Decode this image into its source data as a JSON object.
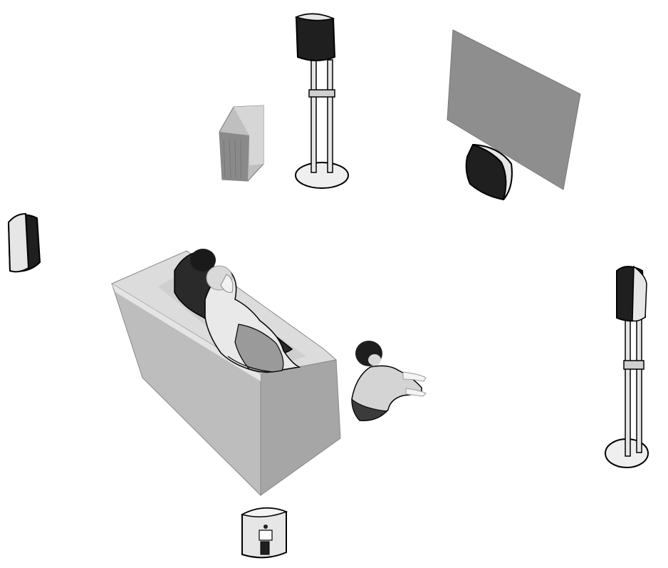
{
  "scene": {
    "objects": [
      "floor-standing-speaker-back-center",
      "subwoofer",
      "projection-screen",
      "center-speaker",
      "surround-speaker-left",
      "floor-standing-speaker-right",
      "sofa",
      "adult-man",
      "adult-woman",
      "child",
      "surround-speaker-front"
    ]
  },
  "palette": {
    "background": "#ffffff",
    "screen": "#8e8e8e",
    "sofa_top": "#dcdcdc",
    "sofa_front": "#a6a6a6",
    "sofa_side": "#c6c6c6",
    "speaker_dark": "#1f1f1f",
    "speaker_light": "#e6e6e6",
    "outline": "#000000"
  }
}
